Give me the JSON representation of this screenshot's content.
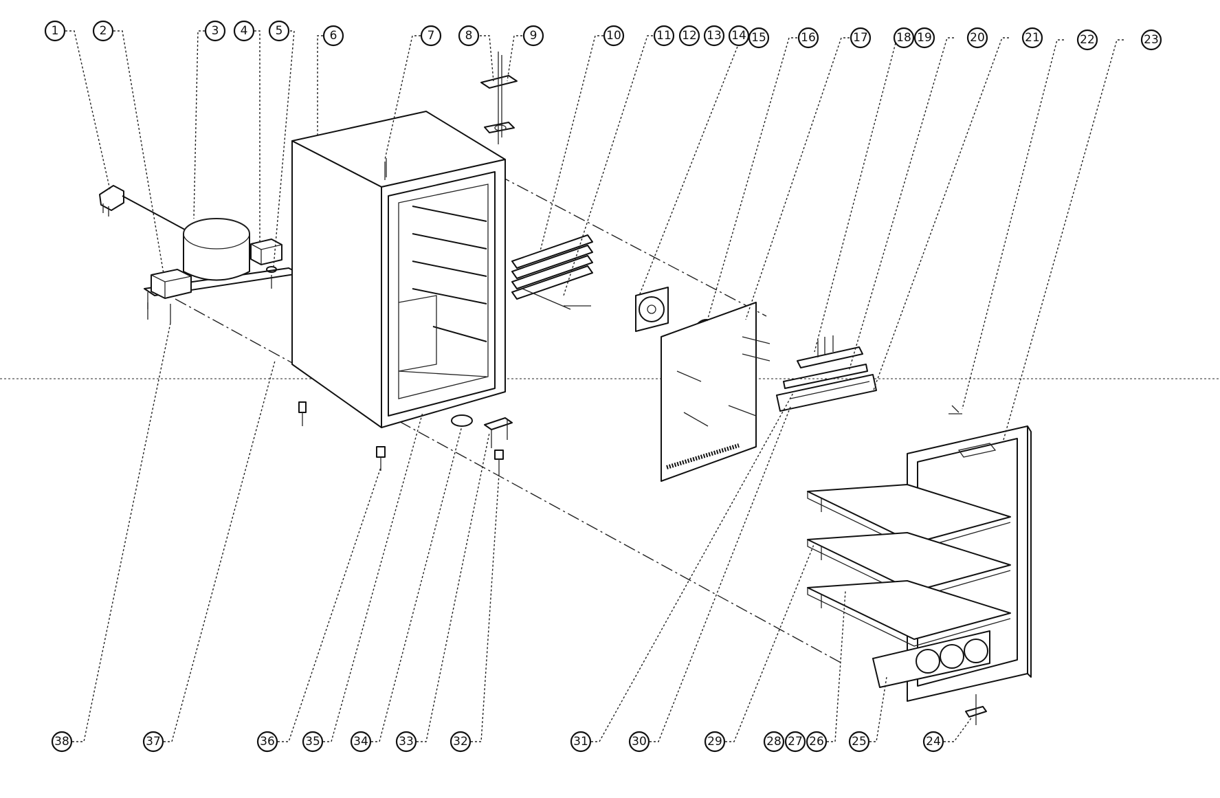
{
  "diagram": {
    "callout_labels": [
      "1",
      "2",
      "3",
      "4",
      "5",
      "6",
      "7",
      "8",
      "9",
      "10",
      "11",
      "12",
      "13",
      "14",
      "15",
      "16",
      "17",
      "18",
      "19",
      "20",
      "21",
      "22",
      "23",
      "24",
      "25",
      "26",
      "27",
      "28",
      "29",
      "30",
      "31",
      "32",
      "33",
      "34",
      "35",
      "36",
      "37",
      "38"
    ]
  }
}
